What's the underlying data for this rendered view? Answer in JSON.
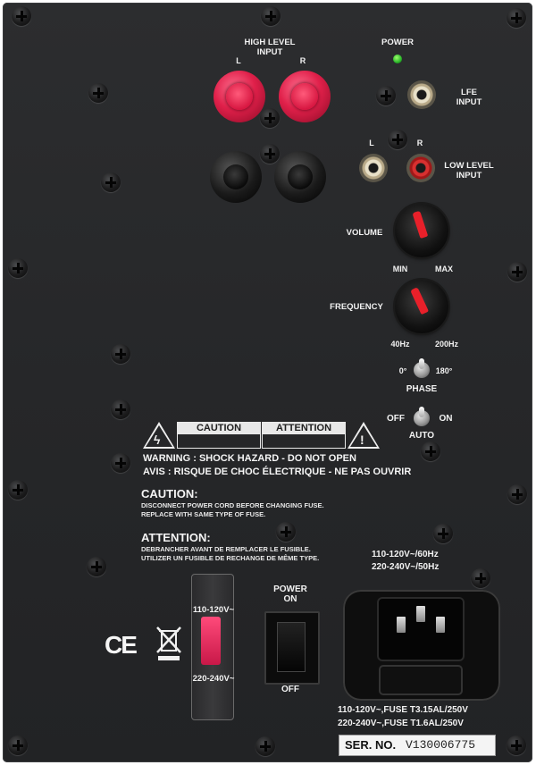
{
  "labels": {
    "high_level_input": "HIGH LEVEL\nINPUT",
    "hl_left": "L",
    "hl_right": "R",
    "power": "POWER",
    "lfe_input": "LFE\nINPUT",
    "ll_left": "L",
    "ll_right": "R",
    "low_level_input": "LOW LEVEL\nINPUT",
    "volume": "VOLUME",
    "volume_min": "MIN",
    "volume_max": "MAX",
    "frequency": "FREQUENCY",
    "freq_min": "40Hz",
    "freq_max": "200Hz",
    "phase_0": "0°",
    "phase_180": "180°",
    "phase": "PHASE",
    "auto_off": "OFF",
    "auto_on": "ON",
    "auto": "AUTO",
    "power_on_top": "POWER\nON",
    "power_off": "OFF",
    "voltage_high": "110-120V~",
    "voltage_low": "220-240V~"
  },
  "warning": {
    "caution_box": "CAUTION",
    "attention_box": "ATTENTION",
    "shock": "WARNING : SHOCK HAZARD - DO NOT OPEN",
    "avis": "AVIS : RISQUE DE CHOC ÉLECTRIQUE - NE PAS OUVRIR",
    "caution_title": "CAUTION:",
    "caution_line1": "DISCONNECT POWER CORD BEFORE CHANGING FUSE.",
    "caution_line2": "REPLACE WITH SAME TYPE OF FUSE.",
    "attention_title": "ATTENTION:",
    "attention_line1": "DEBRANCHER AVANT DE REMPLACER LE FUSIBLE.",
    "attention_line2": "UTILIZER UN FUSIBLE DE RECHANGE DE MÊME TYPE."
  },
  "power_rating": {
    "line1": "110-120V~/60Hz",
    "line2": "220-240V~/50Hz"
  },
  "fuse_rating": {
    "line1": "110-120V~,FUSE T3.15AL/250V",
    "line2": "220-240V~,FUSE T1.6AL/250V"
  },
  "serial": {
    "label": "SER. NO.",
    "value": "V130006775"
  },
  "marks": {
    "ce": "CE"
  },
  "icons": {
    "led_color": "#35c435",
    "terminal_red": "#e0204a",
    "knob_pointer": "#e8202a"
  }
}
